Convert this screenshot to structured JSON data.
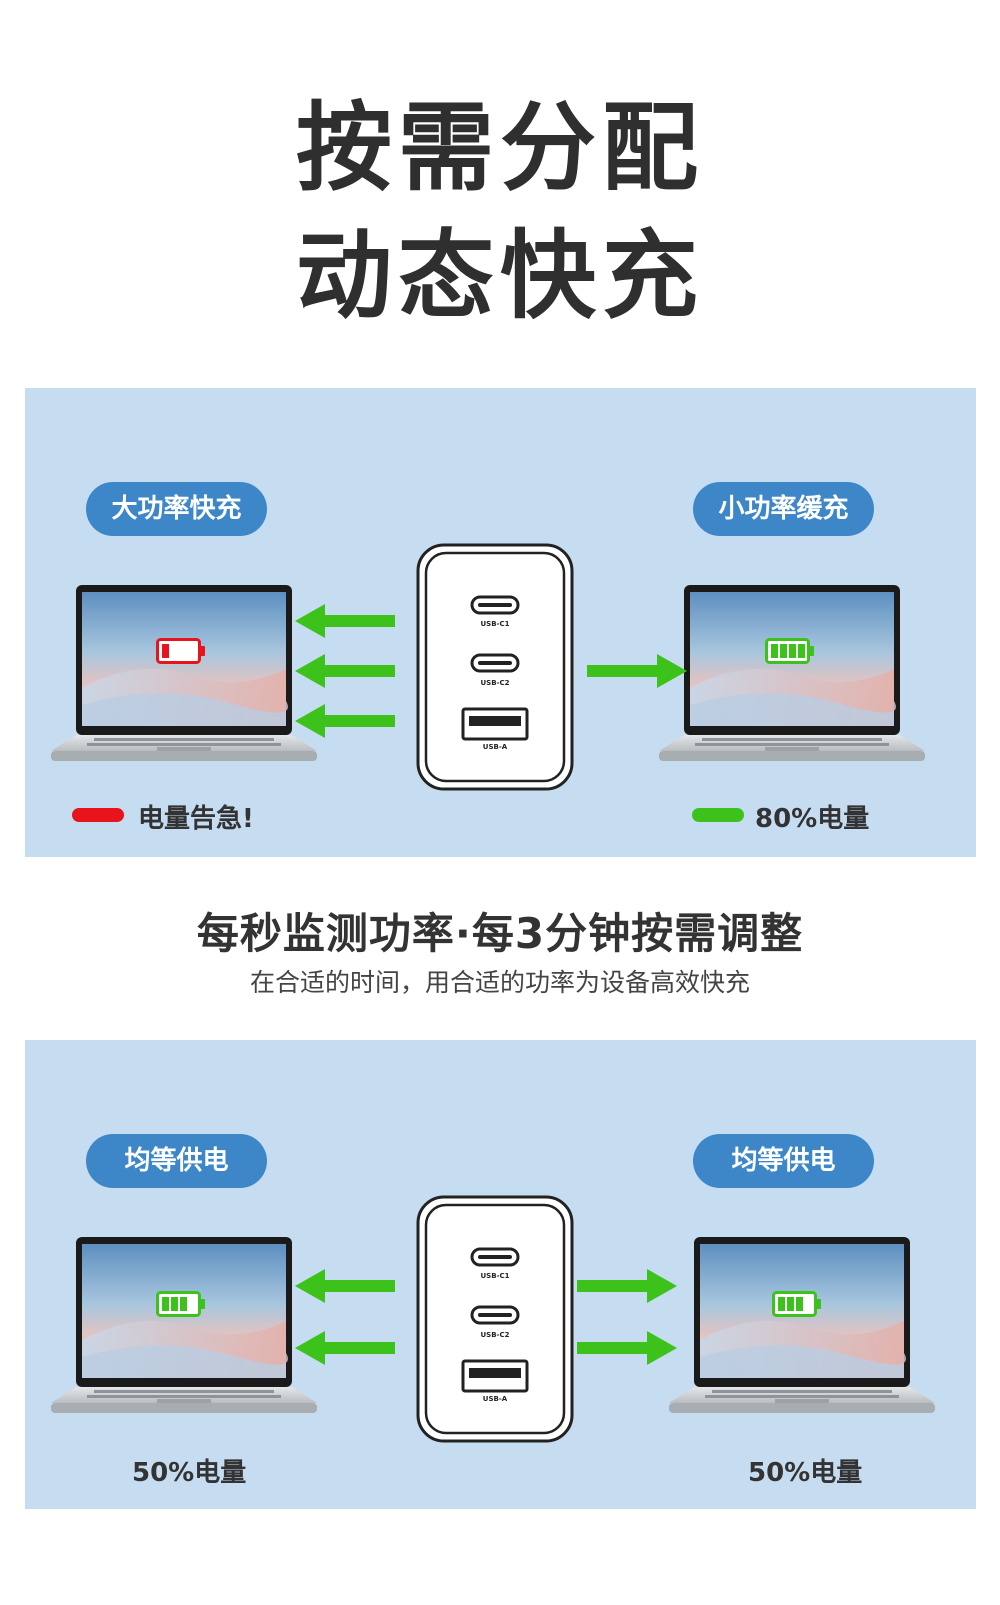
{
  "headline": {
    "line1": "按需分配",
    "line2": "动态快充"
  },
  "top_panel": {
    "left": {
      "badge": "大功率快充",
      "status": "电量告急!",
      "status_color": "#e8141b",
      "battery": "low"
    },
    "right": {
      "badge": "小功率缓充",
      "status": "80%电量",
      "status_color": "#3cc21a",
      "battery": "full"
    }
  },
  "middle": {
    "title": "每秒监测功率·每3分钟按需调整",
    "subtitle": "在合适的时间，用合适的功率为设备高效快充"
  },
  "bottom_panel": {
    "left": {
      "badge": "均等供电",
      "status": "50%电量",
      "battery": "half"
    },
    "right": {
      "badge": "均等供电",
      "status": "50%电量",
      "battery": "half"
    }
  },
  "ports": {
    "c1": "USB-C1",
    "c2": "USB-C2",
    "a": "USB-A"
  },
  "colors": {
    "panel": "#c6dcf1",
    "badge": "#3d87c8",
    "arrow": "#3cc21a",
    "battery_low": "#e8141b",
    "battery_ok": "#3cc21a"
  },
  "icons": [
    "laptop-icon",
    "charger-icon",
    "arrow-left-icon",
    "arrow-right-icon",
    "battery-icon"
  ]
}
